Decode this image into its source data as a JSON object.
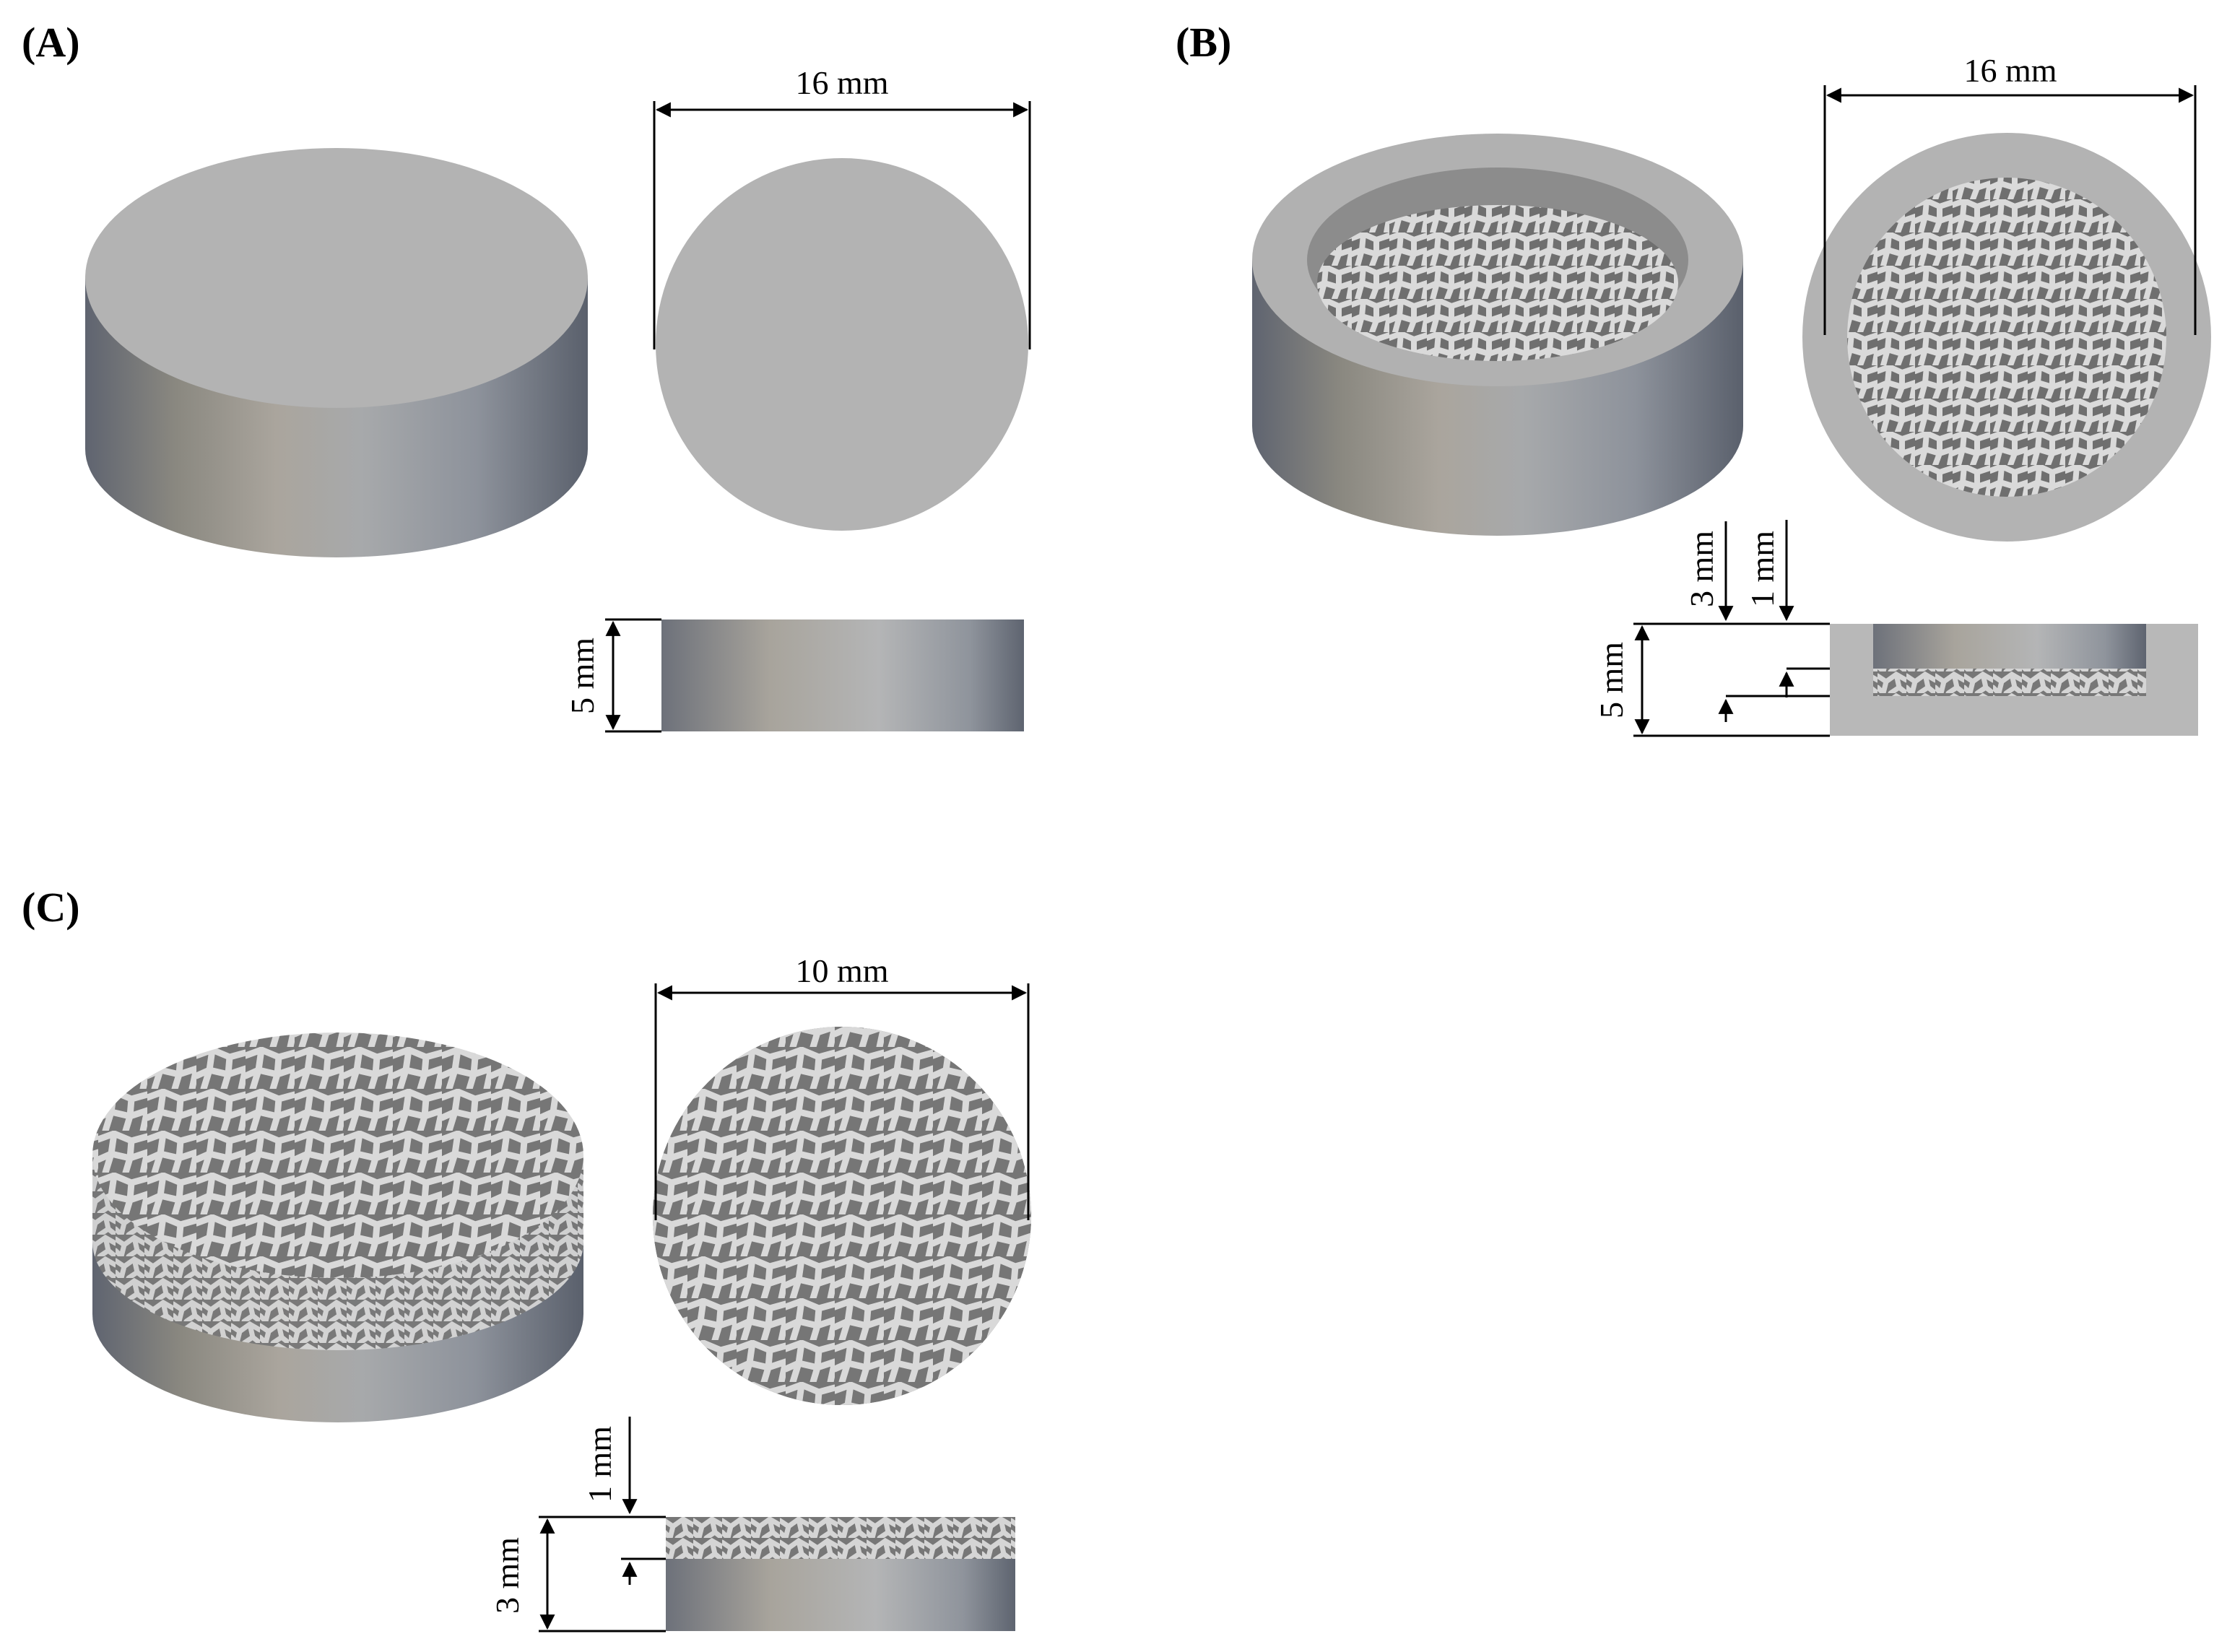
{
  "panels": [
    {
      "label": "(A)",
      "top_dimension": "16 mm",
      "height_dimension": "5 mm"
    },
    {
      "label": "(B)",
      "top_dimension": "16 mm",
      "height_dimension": "5 mm",
      "recess_depth": "3 mm",
      "lattice_thickness": "1 mm"
    },
    {
      "label": "(C)",
      "top_dimension": "10 mm",
      "height_dimension": "3 mm",
      "lattice_thickness": "1 mm"
    }
  ],
  "colors": {
    "top_face": "#b3b3b3",
    "side_dark": "#5e6572",
    "side_light": "#aaa69f",
    "lattice_strut": "#d6d6d6",
    "lattice_pore": "#7a7a7a"
  }
}
